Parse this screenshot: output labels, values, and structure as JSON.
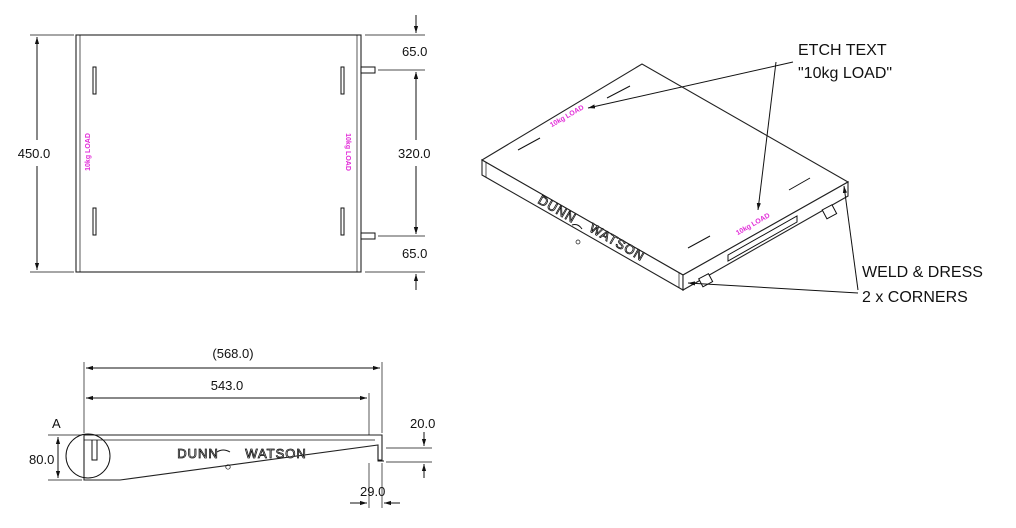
{
  "plan_view": {
    "height_dim": "450.0",
    "top_offset_dim": "65.0",
    "mid_dim": "320.0",
    "bottom_offset_dim": "65.0",
    "etch_left": "10kg LOAD",
    "etch_right": "10kg LOAD"
  },
  "iso_view": {
    "note_etch_line1": "ETCH TEXT",
    "note_etch_line2": "\"10kg LOAD\"",
    "note_weld_line1": "WELD & DRESS",
    "note_weld_line2": "2 x CORNERS",
    "brand_left": "DUNN",
    "brand_right": "WATSON",
    "etch_top": "10kg LOAD",
    "etch_front": "10kg LOAD"
  },
  "side_view": {
    "overall_dim": "(568.0)",
    "length_dim": "543.0",
    "height_dim": "80.0",
    "lip_dim": "20.0",
    "return_dim": "29.0",
    "detail_label": "A",
    "brand_left": "DUNN",
    "brand_right": "WATSON"
  },
  "colors": {
    "etch": "#e22bd8",
    "line": "#111111"
  }
}
